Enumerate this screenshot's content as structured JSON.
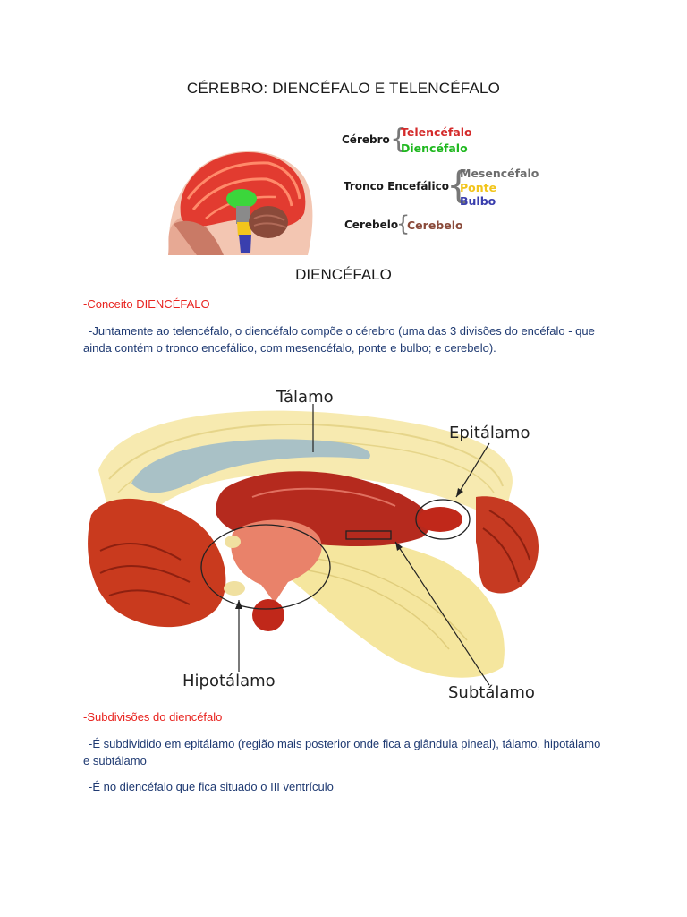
{
  "page_title": "CÉREBRO: DIENCÉFALO E TELENCÉFALO",
  "classification": {
    "cerebro": {
      "label": "Cérebro",
      "items": [
        "Telencéfalo",
        "Diencéfalo"
      ]
    },
    "tronco": {
      "label": "Tronco Encefálico",
      "items": [
        "Mesencéfalo",
        "Ponte",
        "Bulbo"
      ]
    },
    "cerebelo": {
      "label": "Cerebelo",
      "items": [
        "Cerebelo"
      ]
    },
    "colors": {
      "telencefalo": "#d42a2a",
      "diencefalo": "#1fb81f",
      "mesencefalo": "#6d6d6d",
      "ponte": "#f2c51c",
      "bulbo": "#3a3fae",
      "cerebelo": "#8a4a3a"
    }
  },
  "section_title": "DIENCÉFALO",
  "conceito": {
    "heading": "-Conceito DIENCÉFALO",
    "text": "-Juntamente ao telencéfalo, o diencéfalo compõe o cérebro (uma das 3 divisões do encéfalo - que ainda contém o tronco encefálico, com mesencéfalo, ponte e bulbo; e cerebelo)."
  },
  "diagram_labels": {
    "talamo": "Tálamo",
    "epitalamo": "Epitálamo",
    "hipotalamo": "Hipotálamo",
    "subtalamo": "Subtálamo"
  },
  "subdivisoes": {
    "heading": "-Subdivisões do diencéfalo",
    "p1": "-É subdividido em epitálamo (região mais posterior onde fica a glândula pineal), tálamo, hipotálamo e subtálamo",
    "p2": "-É no diencéfalo que fica situado o III ventrículo"
  }
}
